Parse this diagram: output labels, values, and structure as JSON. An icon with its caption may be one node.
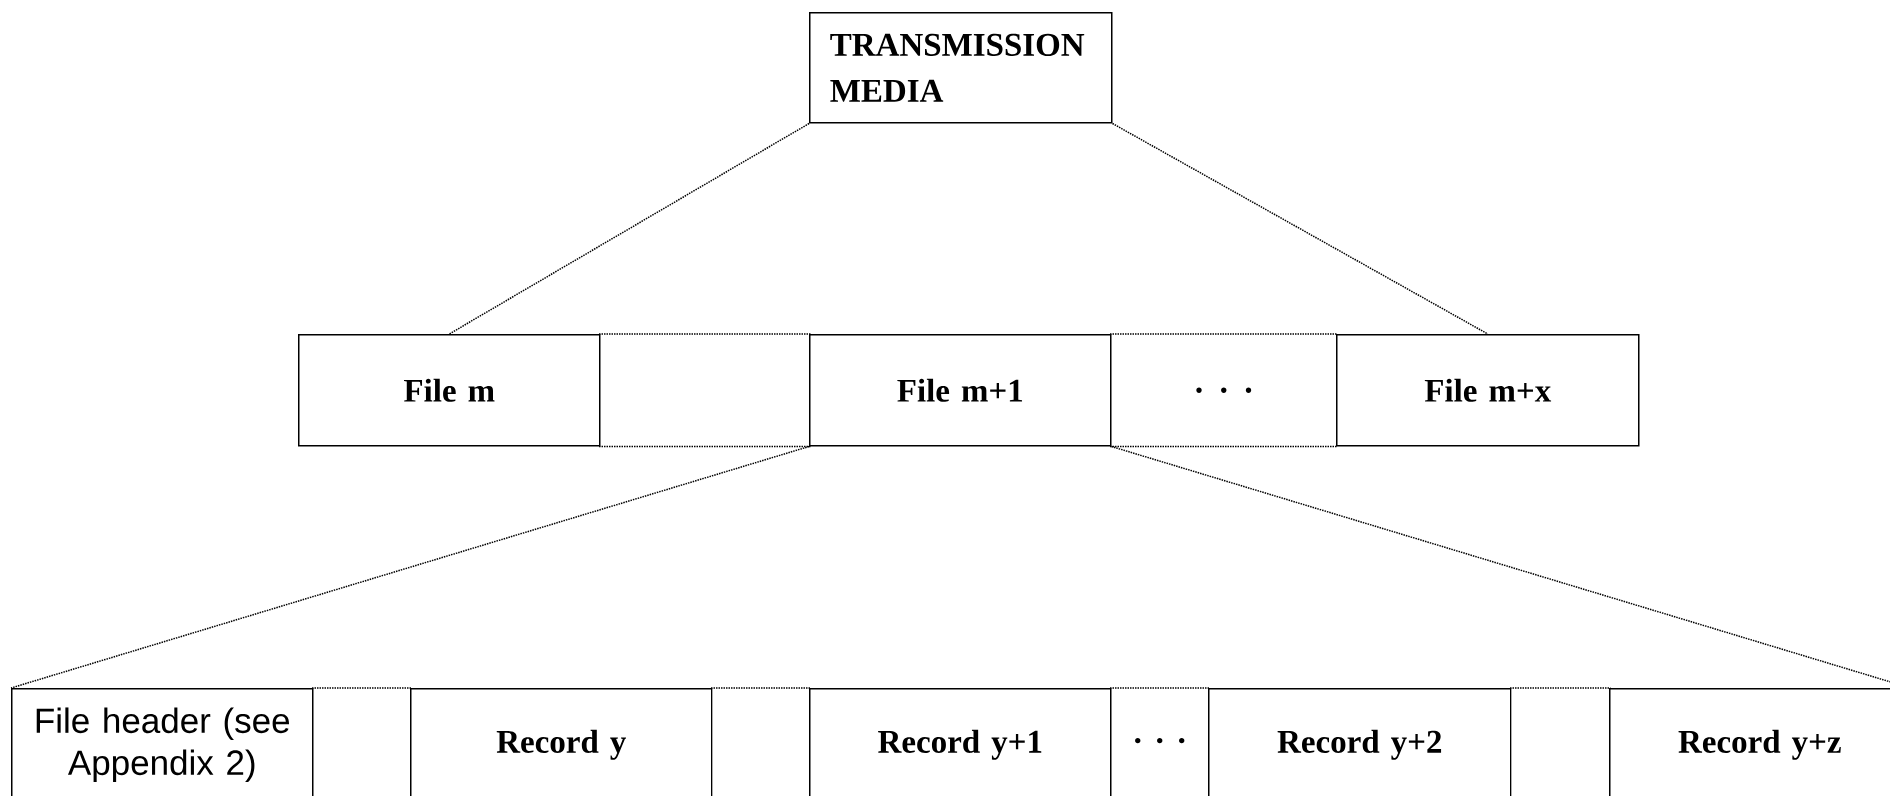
{
  "diagram": {
    "nodes": [
      {
        "text": [
          "TRANSMISSION MEDIA"
        ]
      },
      {
        "text": [
          "File m"
        ]
      },
      {
        "text": [],
        "shape": "box"
      },
      {
        "text": [
          "File m+1"
        ]
      },
      {
        "text": [
          ". . ."
        ]
      },
      {
        "text": [
          "File m+x"
        ]
      },
      {
        "text": [
          "File header (see Appendix 2)"
        ]
      },
      {
        "text": [],
        "shape": "box"
      },
      {
        "text": [
          "Record y"
        ]
      },
      {
        "text": [],
        "shape": "box"
      },
      {
        "text": [
          "Record y+1"
        ]
      },
      {
        "text": [
          "· · ·"
        ]
      },
      {
        "text": [
          "Record y+2"
        ]
      },
      {
        "text": [],
        "shape": "box"
      },
      {
        "text": [
          "Record y+z"
        ]
      }
    ],
    "edges": [
      {
        "from": 0,
        "to": 1,
        "arrow": "none",
        "style": "dashed"
      },
      {
        "from": 0,
        "to": 5,
        "arrow": "none",
        "style": "dashed"
      },
      {
        "from": 3,
        "to": 6,
        "arrow": "none",
        "style": "dashed"
      },
      {
        "from": 3,
        "to": 14,
        "arrow": "none",
        "style": "dashed"
      }
    ]
  }
}
